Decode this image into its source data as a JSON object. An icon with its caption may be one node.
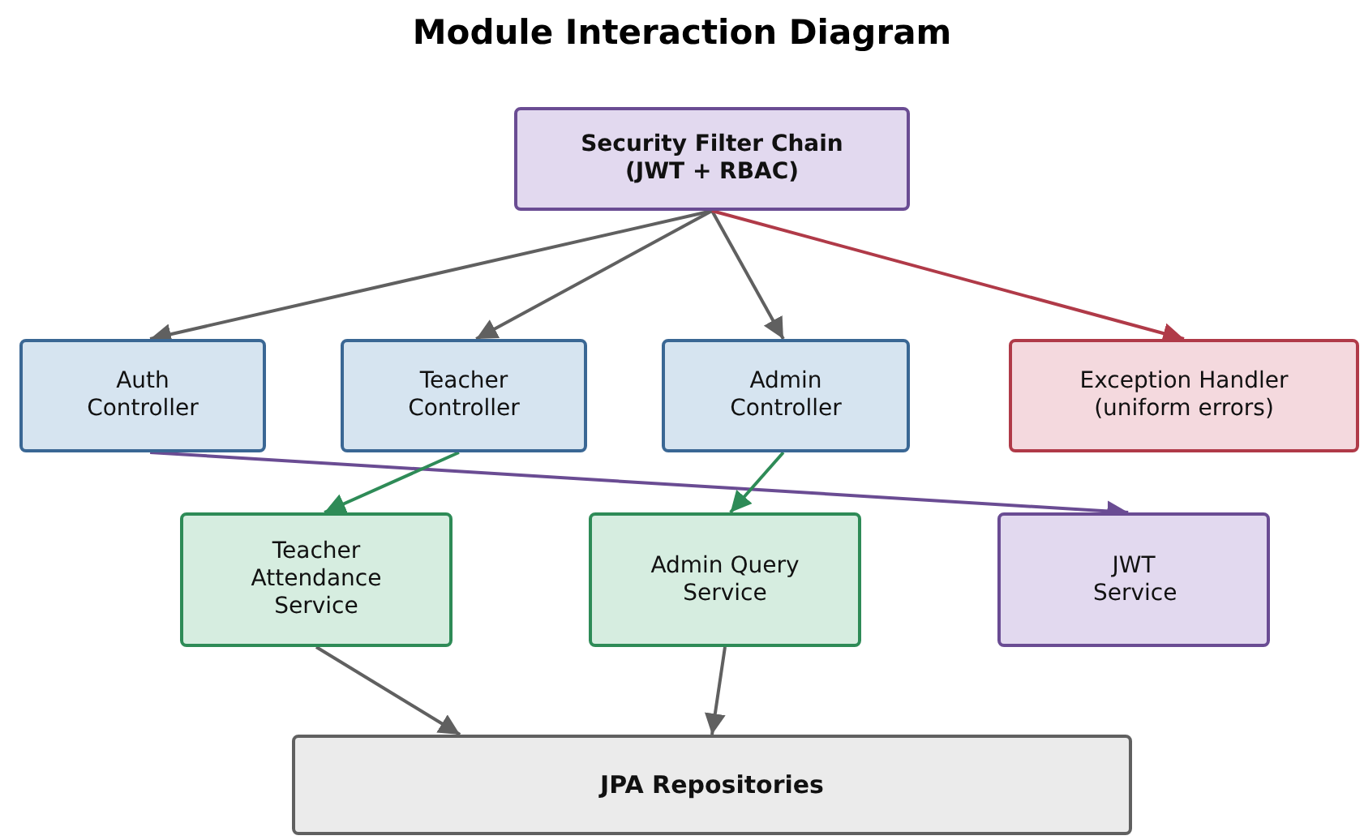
{
  "diagram": {
    "title": "Module Interaction Diagram",
    "nodes": [
      {
        "text": [
          "Security Filter Chain (JWT + RBAC)"
        ]
      },
      {
        "text": [
          "Auth Controller"
        ]
      },
      {
        "text": [
          "Teacher Controller"
        ]
      },
      {
        "text": [
          "Admin Controller"
        ]
      },
      {
        "text": [
          "Exception Handler (uniform errors)"
        ]
      },
      {
        "text": [
          "Teacher Attendance Service"
        ]
      },
      {
        "text": [
          "Admin Query Service"
        ]
      },
      {
        "text": [
          "JWT Service"
        ]
      },
      {
        "text": [
          "JPA Repositories"
        ]
      }
    ],
    "edges": [
      {
        "from": 0,
        "to": 1,
        "arrow": "to"
      },
      {
        "from": 0,
        "to": 2,
        "arrow": "to"
      },
      {
        "from": 0,
        "to": 3,
        "arrow": "to"
      },
      {
        "from": 0,
        "to": 4,
        "arrow": "to",
        "color": "#b03a48"
      },
      {
        "from": 1,
        "to": 7,
        "arrow": "to",
        "color": "#6a4c93"
      },
      {
        "from": 2,
        "to": 5,
        "arrow": "to",
        "color": "#2e8b57"
      },
      {
        "from": 3,
        "to": 6,
        "arrow": "to",
        "color": "#2e8b57"
      },
      {
        "from": 5,
        "to": 8,
        "arrow": "to"
      },
      {
        "from": 6,
        "to": 8,
        "arrow": "to"
      }
    ]
  }
}
